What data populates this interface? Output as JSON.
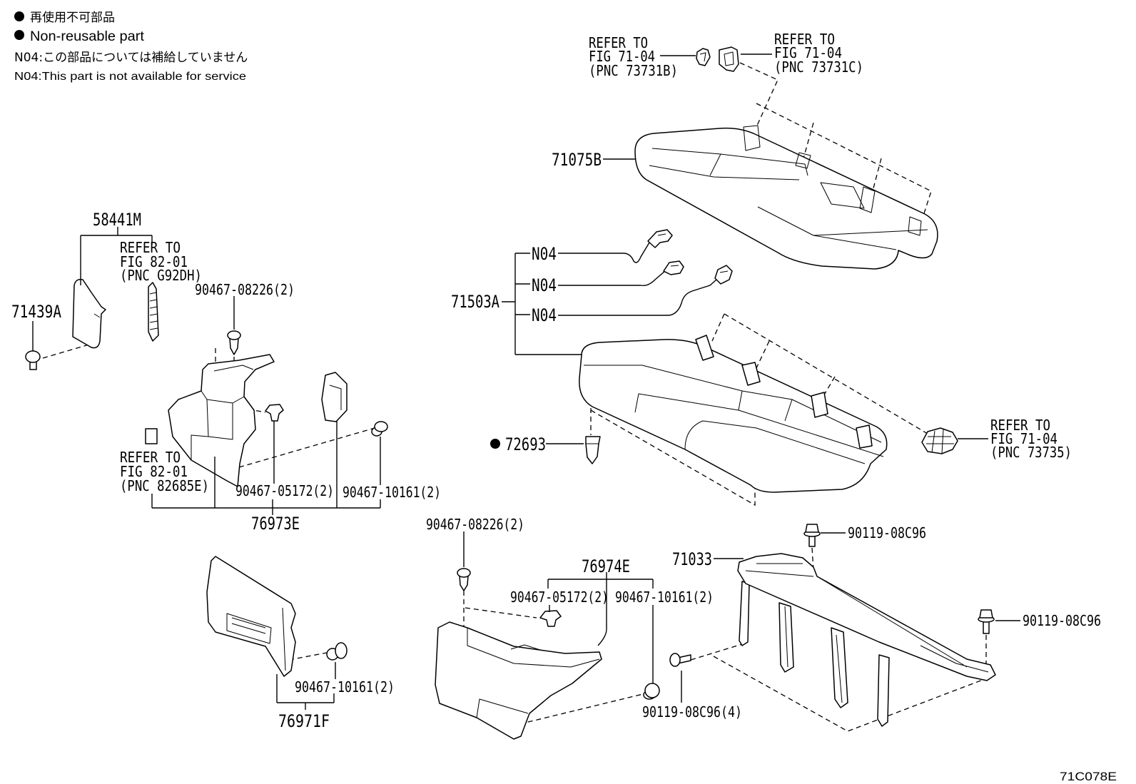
{
  "legend": {
    "nonreusable_jp": "再使用不可部品",
    "nonreusable_en": "Non-reusable part",
    "n04_jp": "N04:この部品については補給していません",
    "n04_en": "N04:This part is not available for service"
  },
  "references": {
    "pnc_73731b": {
      "line1": "REFER TO",
      "line2": "FIG 71-04",
      "line3": "(PNC 73731B)"
    },
    "pnc_73731c": {
      "line1": "REFER TO",
      "line2": "FIG 71-04",
      "line3": "(PNC 73731C)"
    },
    "pnc_g92dh": {
      "line1": "REFER TO",
      "line2": "FIG 82-01",
      "line3": "(PNC G92DH)"
    },
    "pnc_82685e": {
      "line1": "REFER TO",
      "line2": "FIG 82-01",
      "line3": "(PNC 82685E)"
    },
    "pnc_73735": {
      "line1": "REFER TO",
      "line2": "FIG 71-04",
      "line3": "(PNC 73735)"
    }
  },
  "parts": {
    "p71075b": "71075B",
    "p71503a": "71503A",
    "n04_a": "N04",
    "n04_b": "N04",
    "n04_c": "N04",
    "p58441m": "58441M",
    "p71439a": "71439A",
    "p90467_08226_a": "90467-08226(2)",
    "p90467_05172_a": "90467-05172(2)",
    "p90467_10161_a": "90467-10161(2)",
    "p76973e": "76973E",
    "p72693": "72693",
    "p90467_08226_b": "90467-08226(2)",
    "p90119_08c96_a": "90119-08C96",
    "p71033": "71033",
    "p76974e": "76974E",
    "p90467_05172_b": "90467-05172(2)",
    "p90467_10161_b": "90467-10161(2)",
    "p90119_08c96_b": "90119-08C96",
    "p90467_10161_c": "90467-10161(2)",
    "p90119_08c96_c": "90119-08C96(4)",
    "p76971f": "76971F"
  },
  "figure_code": "71C078E"
}
